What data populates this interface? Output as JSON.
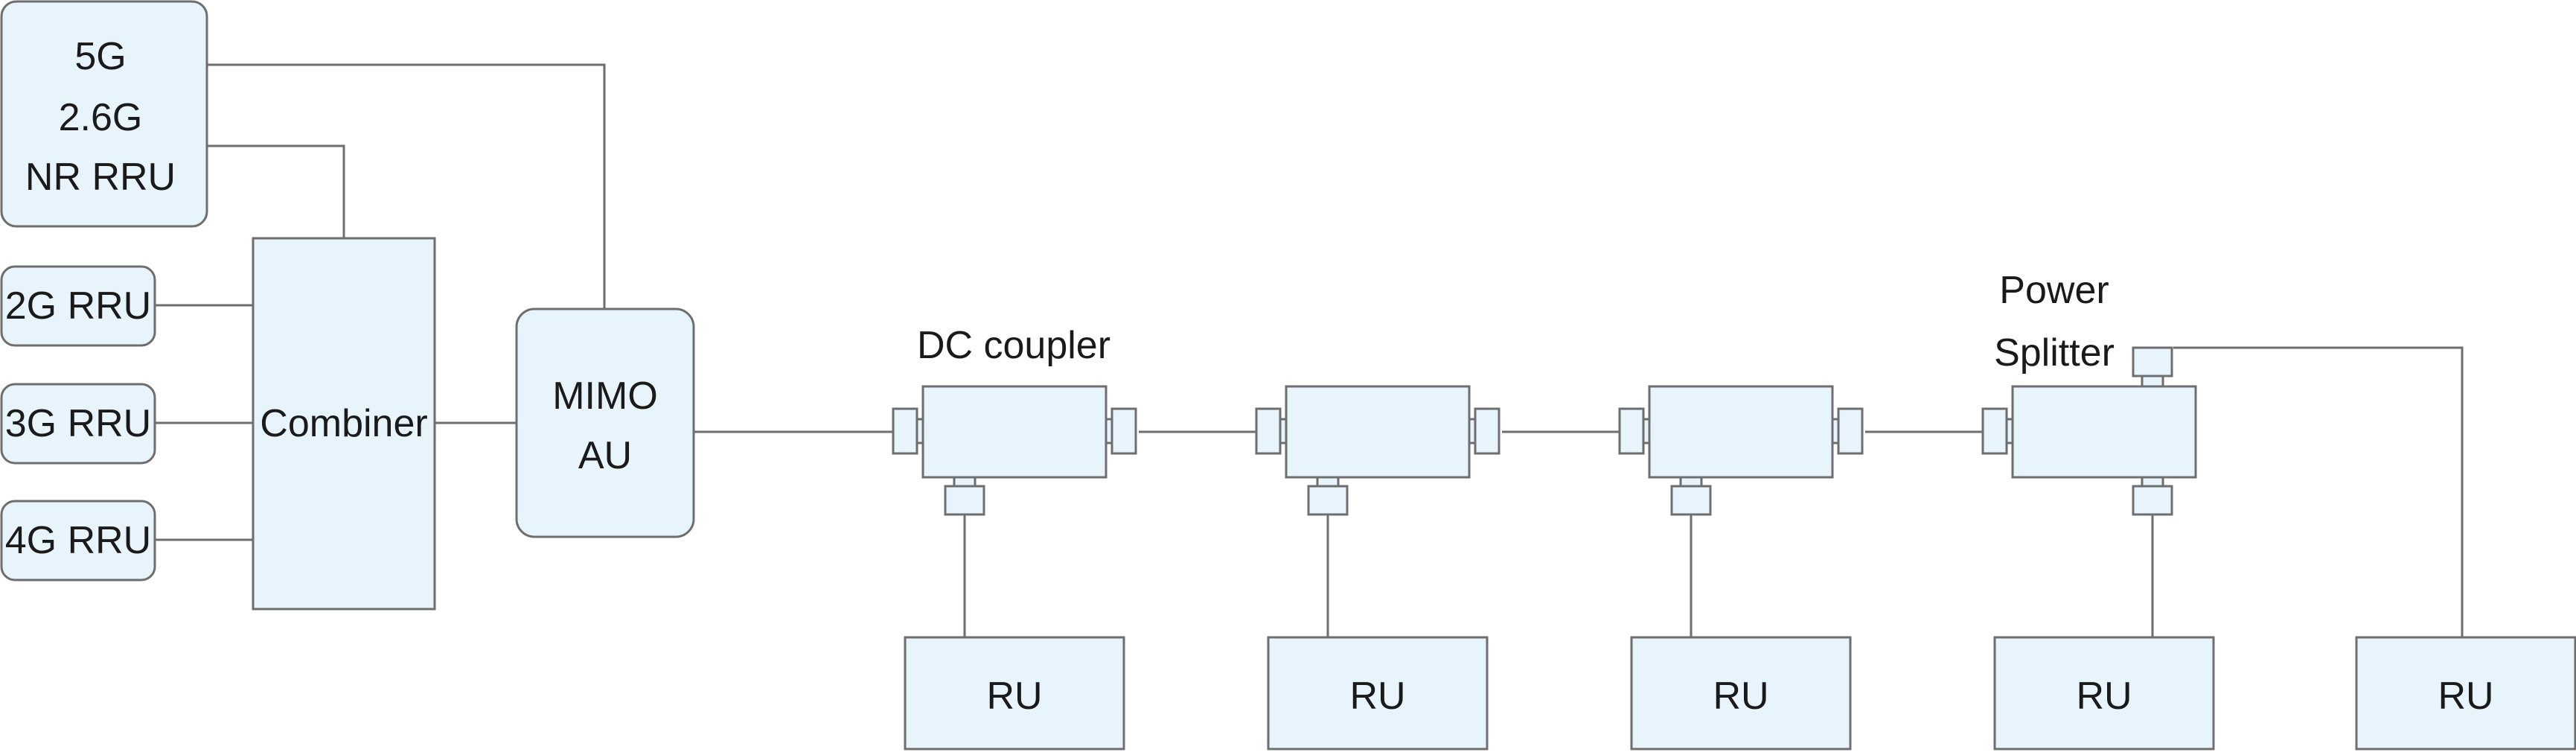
{
  "colors": {
    "box_fill": "#e8f4fc",
    "stroke": "#6e6e6e",
    "text": "#1a1a1a"
  },
  "nodes": {
    "nr_rru": {
      "line1": "5G",
      "line2": "2.6G",
      "line3": "NR  RRU"
    },
    "rru_2g": "2G  RRU",
    "rru_3g": "3G  RRU",
    "rru_4g": "4G  RRU",
    "combiner": "Combiner",
    "mimo_au": {
      "line1": "MIMO",
      "line2": "AU"
    },
    "dc_coupler_label": "DC coupler",
    "power_splitter_label": {
      "line1": "Power",
      "line2": "Splitter"
    },
    "ru": [
      "RU",
      "RU",
      "RU",
      "RU",
      "RU"
    ]
  }
}
